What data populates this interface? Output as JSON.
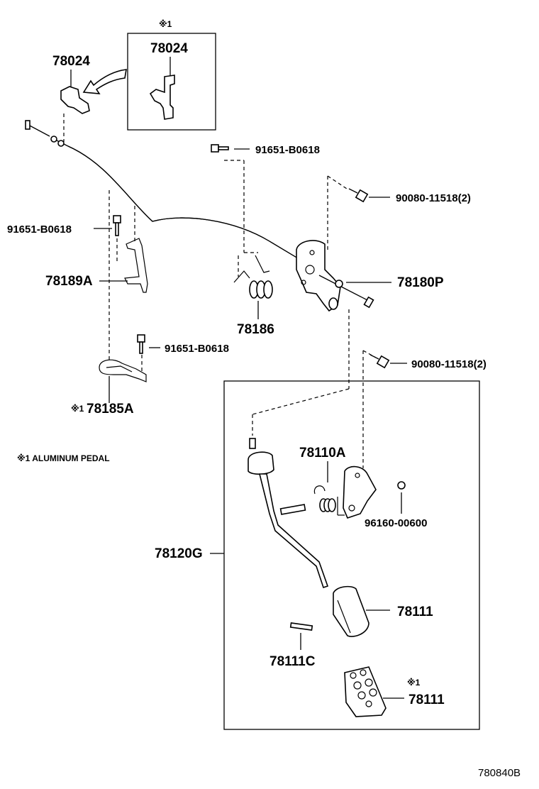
{
  "diagram": {
    "note_mark": "※1",
    "note_text": "※1 ALUMINUM PEDAL",
    "figure_id": "780840B",
    "labels": {
      "inset_top_label": "78024",
      "bracket_label": "78024",
      "bolt_top": "91651-B0618",
      "bolt_left": "91651-B0618",
      "bolt_mid": "91651-B0618",
      "bolt_right_top": "90080-11518(2)",
      "bolt_right_mid": "90080-11518(2)",
      "spring_clip": "78189A",
      "pedal_bracket": "78180P",
      "return_spring": "78186",
      "clip_alum": "78185A",
      "support": "78110A",
      "nut": "96160-00600",
      "pedal_arm": "78120G",
      "pad": "78111",
      "pin": "78111C",
      "pad_alum": "78111"
    }
  }
}
